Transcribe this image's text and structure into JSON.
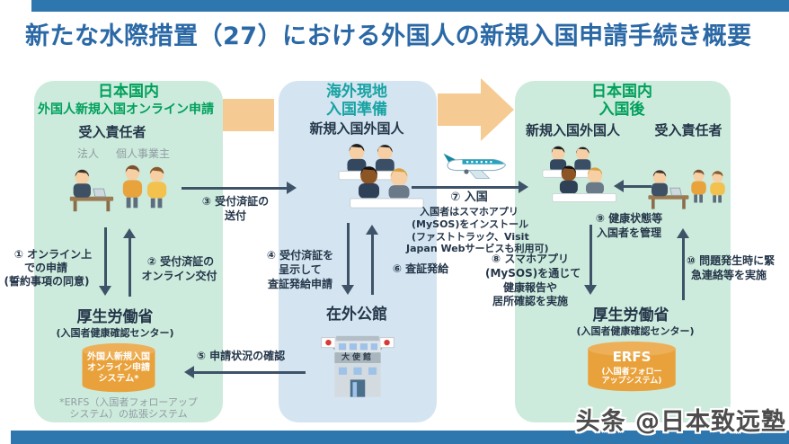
{
  "title": "新たな水際措置（27）における外国人の新規入国申請手続き概要",
  "watermark": "头条 @日本致远塾",
  "colors": {
    "accent_bar": "#2e76ae",
    "title_text": "#2a68a6",
    "panel_green_bg": "#cdebdc",
    "panel_blue_bg": "#d4e5f1",
    "header_green": "#00a05c",
    "header_teal": "#18a3a3",
    "body_text": "#243649",
    "flow_arrow": "#3e5368",
    "big_phase_arrow": "#f6cb93",
    "database_orange": "#e9a23b",
    "muted_gray": "#8f9ba2"
  },
  "panels": {
    "left": {
      "title": "日本国内",
      "subtitle": "外国人新規入国オンライン申請",
      "actor": "受入責任者",
      "actor_type1": "法人",
      "actor_type2": "個人事業主",
      "org": "厚生労働省",
      "org_sub": "(入国者健康確認センター)",
      "db_line1": "外国人新規入国",
      "db_line2": "オンライン申請",
      "db_line3": "システム*",
      "footnote_line1": "*ERFS（入国者フォローアップ",
      "footnote_line2": "システム）の拡張システム"
    },
    "middle": {
      "title_line1": "海外現地",
      "title_line2": "入国準備",
      "actor": "新規入国外国人",
      "org": "在外公館",
      "building_sign": "大使館"
    },
    "right": {
      "title_line1": "日本国内",
      "title_line2": "入国後",
      "actor_left": "新規入国外国人",
      "actor_right": "受入責任者",
      "org": "厚生労働省",
      "org_sub": "(入国者健康確認センター)",
      "db_title": "ERFS",
      "db_sub1": "(入国者フォロー",
      "db_sub2": "アップシステム)"
    }
  },
  "steps": {
    "s1": [
      "① オンライン上",
      "での申請",
      "(誓約事項の同意)"
    ],
    "s2": [
      "② 受付済証の",
      "オンライン交付"
    ],
    "s3": [
      "③ 受付済証の",
      "送付"
    ],
    "s4": [
      "④ 受付済証を",
      "呈示して",
      "査証発給申請"
    ],
    "s5": "⑤ 申請状況の確認",
    "s6": "⑥ 査証発給",
    "s7": [
      "⑦ 入国",
      "入国者はスマホアプリ",
      "(MySOS)をインストール",
      "(ファストトラック、Visit",
      "Japan Webサービスも利用可)"
    ],
    "s8": [
      "⑧ スマホアプリ",
      "(MySOS)を通じて",
      "健康報告や",
      "居所確認を実施"
    ],
    "s9": [
      "⑨ 健康状態等",
      "入国者を管理"
    ],
    "s10": [
      "⑩ 問題発生時に緊",
      "急連絡等を実施"
    ]
  }
}
